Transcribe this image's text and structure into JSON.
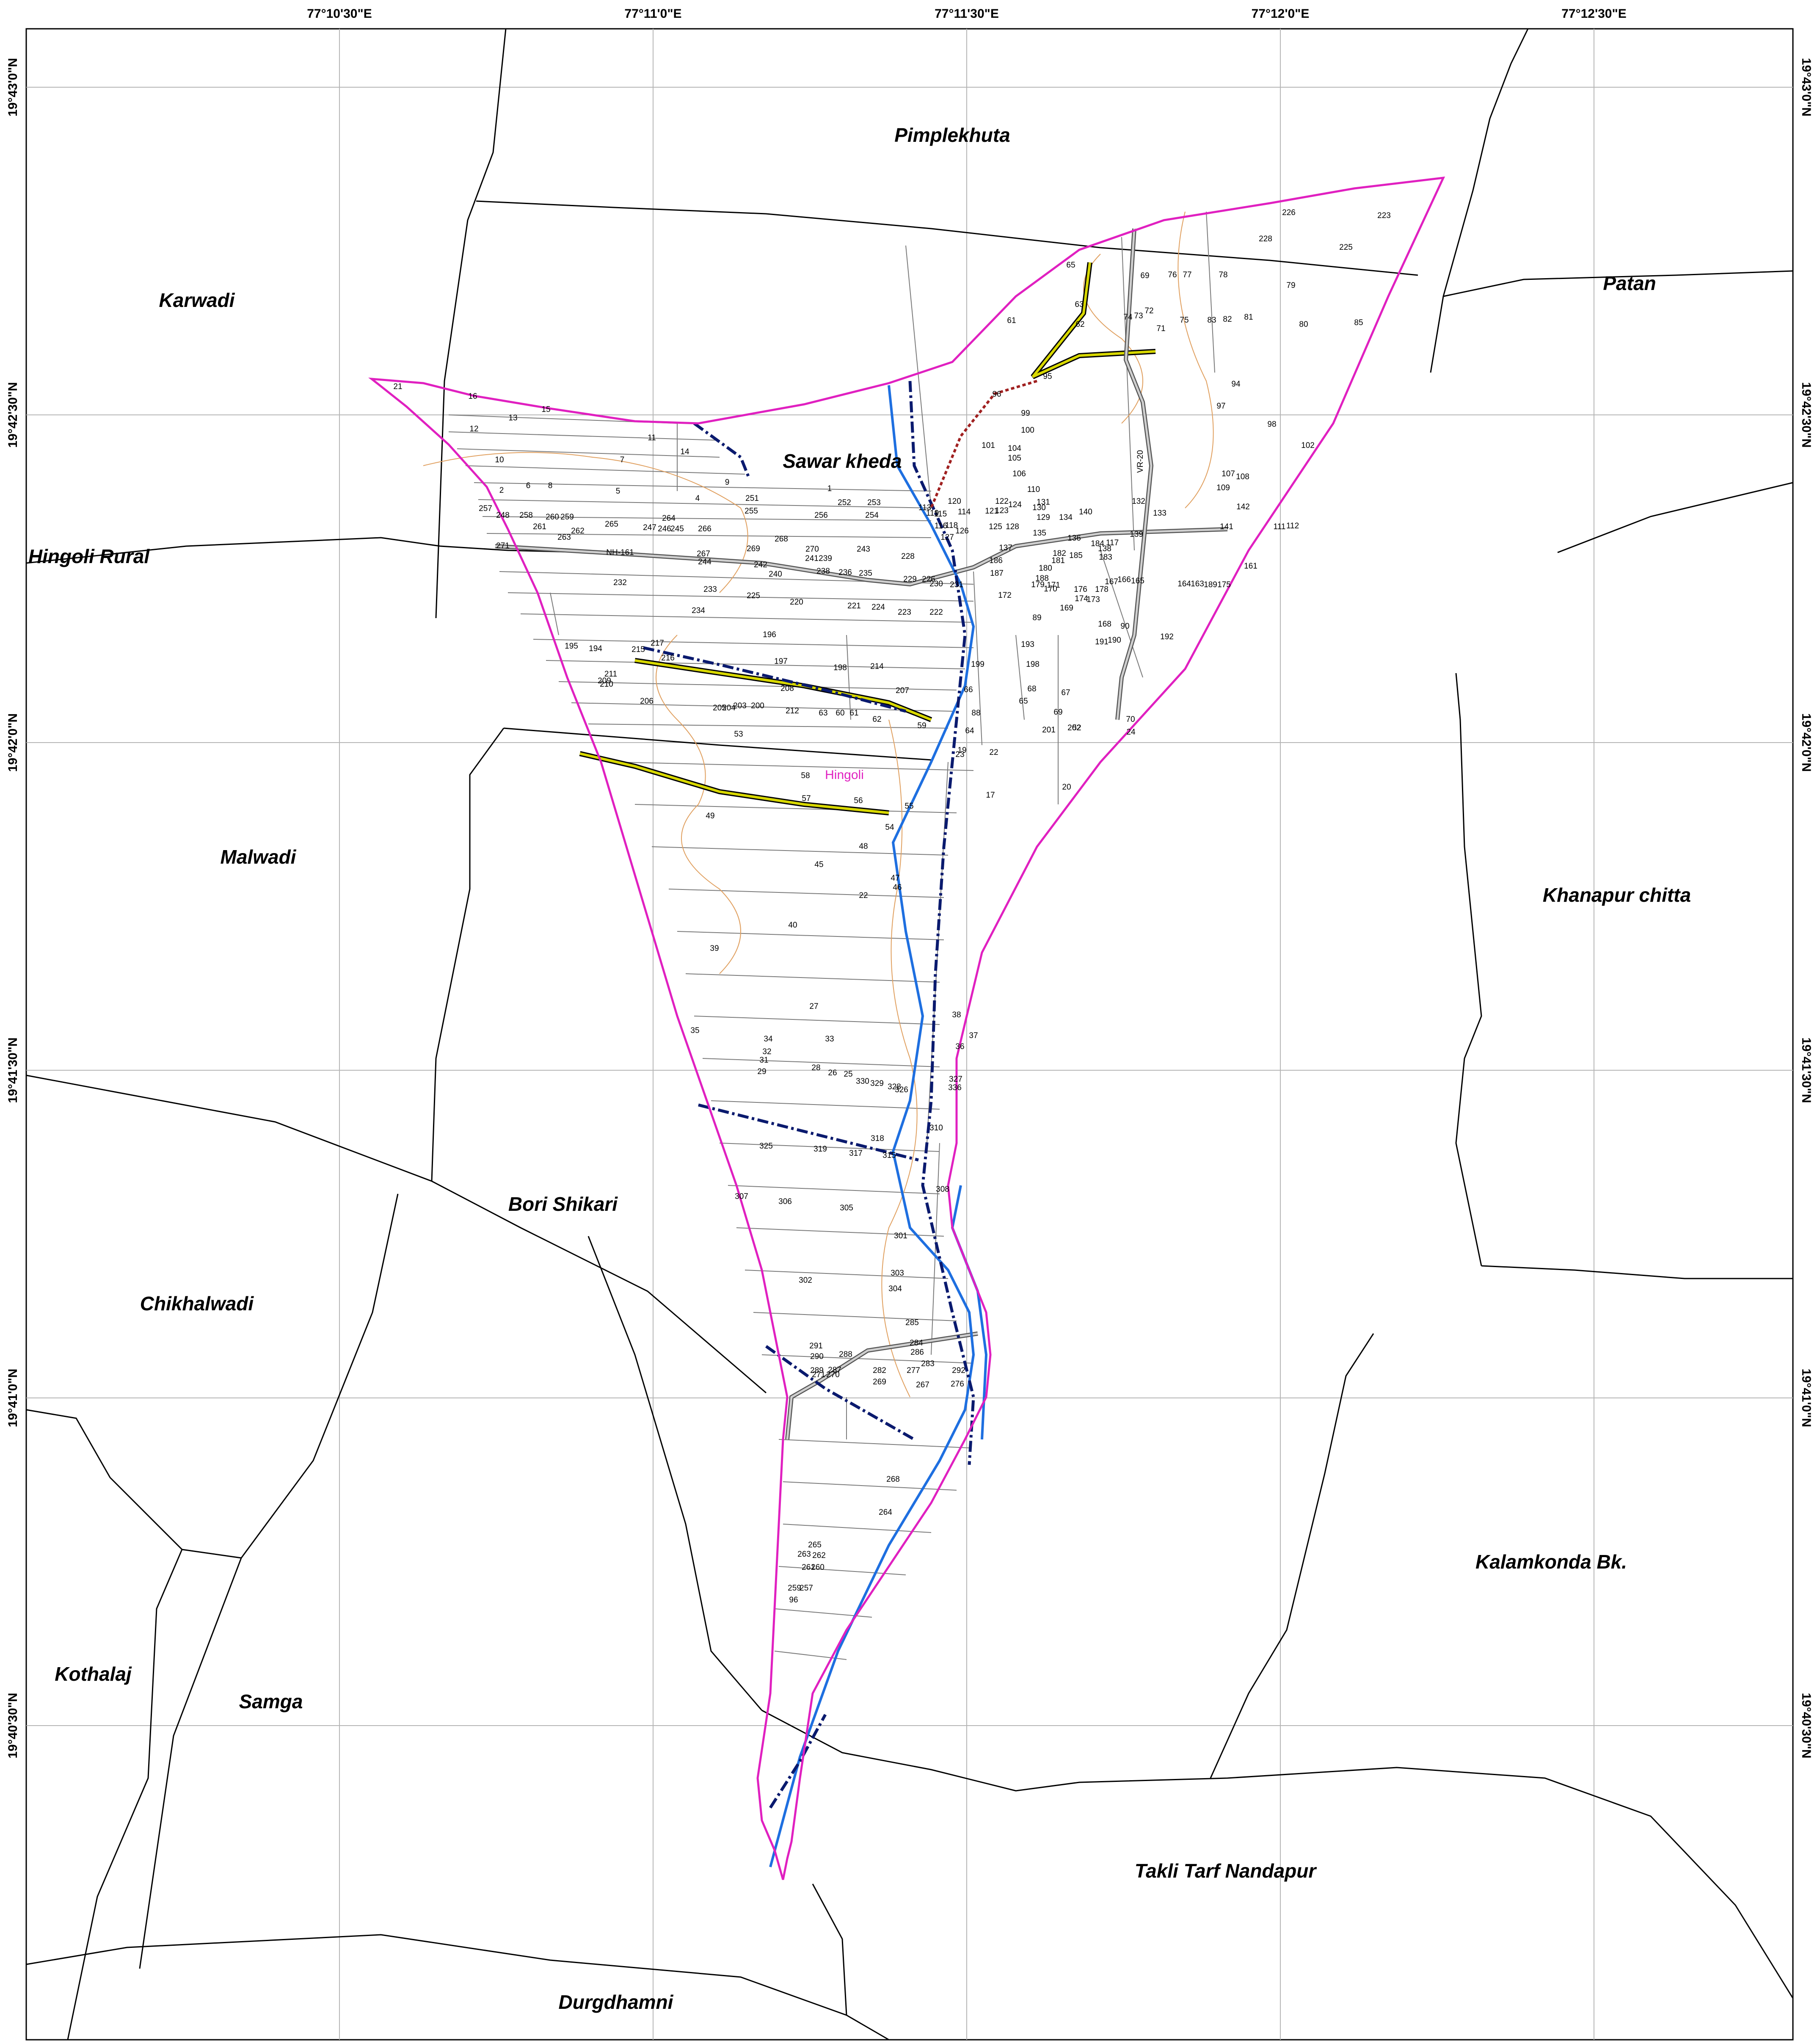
{
  "coordinates": {
    "longitudes": [
      "77°10'30\"E",
      "77°11'0\"E",
      "77°11'30\"E",
      "77°12'0\"E",
      "77°12'30\"E"
    ],
    "latitudes": [
      "19°43'0\"N",
      "19°42'30\"N",
      "19°42'0\"N",
      "19°41'30\"N",
      "19°41'0\"N",
      "19°40'30\"N"
    ]
  },
  "villages": [
    "Pimplekhuta",
    "Karwadi",
    "Patan",
    "Sawar kheda",
    "Hingoli Rural",
    "Malwadi",
    "Khanapur chitta",
    "Bori Shikari",
    "Chikhalwadi",
    "Kalamkonda Bk.",
    "Kothalaj",
    "Samga",
    "Takli Tarf Nandapur",
    "Durgdhamni"
  ],
  "town_label": "Hingoli",
  "road_labels": [
    "VR-20",
    "NH-161"
  ],
  "plots": [
    "226",
    "223",
    "228",
    "225",
    "65",
    "69",
    "76",
    "77",
    "78",
    "79",
    "63",
    "72",
    "74",
    "73",
    "75",
    "83",
    "82",
    "81",
    "85",
    "61",
    "62",
    "71",
    "80",
    "95",
    "94",
    "96",
    "99",
    "97",
    "98",
    "100",
    "101",
    "104",
    "102",
    "105",
    "106",
    "107",
    "108",
    "110",
    "109",
    "132",
    "142",
    "120",
    "122",
    "124",
    "130",
    "131",
    "133",
    "121",
    "123",
    "129",
    "134",
    "140",
    "141",
    "111",
    "112",
    "113",
    "119",
    "115",
    "114",
    "116",
    "118",
    "126",
    "125",
    "128",
    "135",
    "136",
    "139",
    "117",
    "127",
    "137",
    "138",
    "184",
    "183",
    "182",
    "185",
    "181",
    "161",
    "186",
    "180",
    "187",
    "188",
    "179",
    "171",
    "170",
    "167",
    "166",
    "165",
    "164",
    "163",
    "189",
    "175",
    "172",
    "176",
    "178",
    "174",
    "173",
    "169",
    "168",
    "90",
    "190",
    "191",
    "192",
    "89",
    "193",
    "198",
    "68",
    "67",
    "199",
    "66",
    "65",
    "69",
    "88",
    "201",
    "202",
    "70",
    "64",
    "52",
    "24",
    "19",
    "23",
    "22",
    "20",
    "17",
    "21",
    "16",
    "15",
    "13",
    "12",
    "11",
    "14",
    "7",
    "10",
    "6",
    "8",
    "5",
    "2",
    "9",
    "4",
    "1",
    "251",
    "252",
    "253",
    "255",
    "256",
    "254",
    "257",
    "248",
    "258",
    "260",
    "259",
    "261",
    "262",
    "263",
    "265",
    "264",
    "247",
    "246",
    "245",
    "266",
    "268",
    "271",
    "NH-161",
    "267",
    "269",
    "270",
    "244",
    "243",
    "242",
    "241",
    "239",
    "240",
    "238",
    "236",
    "235",
    "228",
    "229",
    "226",
    "230",
    "231",
    "232",
    "233",
    "234",
    "225",
    "220",
    "221",
    "224",
    "223",
    "222",
    "196",
    "195",
    "194",
    "217",
    "216",
    "215",
    "197",
    "198",
    "214",
    "211",
    "210",
    "209",
    "208",
    "207",
    "206",
    "205",
    "204",
    "203",
    "200",
    "212",
    "63",
    "60",
    "61",
    "62",
    "59",
    "53",
    "58",
    "57",
    "56",
    "55",
    "54",
    "49",
    "48",
    "45",
    "47",
    "46",
    "22",
    "40",
    "39",
    "27",
    "38",
    "37",
    "36",
    "35",
    "34",
    "33",
    "32",
    "31",
    "29",
    "28",
    "26",
    "25",
    "330",
    "329",
    "328",
    "326",
    "327",
    "336",
    "325",
    "319",
    "318",
    "317",
    "315",
    "310",
    "308",
    "307",
    "306",
    "305",
    "301",
    "302",
    "303",
    "304",
    "285",
    "284",
    "291",
    "290",
    "288",
    "286",
    "283",
    "292",
    "289",
    "287",
    "282",
    "277",
    "276",
    "271",
    "270",
    "269",
    "267",
    "268",
    "264",
    "265",
    "263",
    "262",
    "261",
    "260",
    "259",
    "257",
    "96"
  ],
  "legend_colors": {
    "village_boundary": "#e020c0",
    "river": "#1e6fe0",
    "drain": "#0a1a6e",
    "contour": "#e0a060",
    "road": "#888888",
    "state_highway": "#d8d800",
    "cart_track": "#a02020"
  }
}
